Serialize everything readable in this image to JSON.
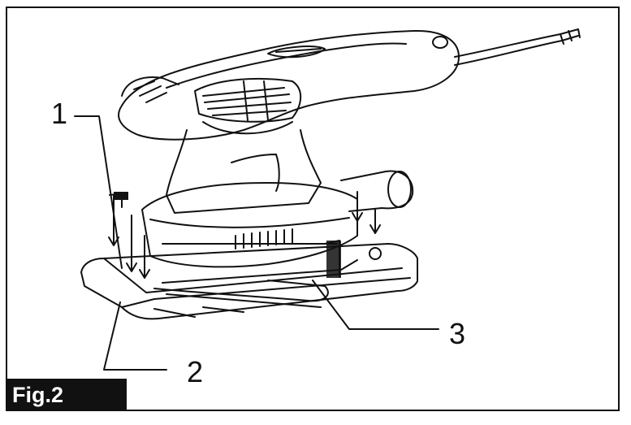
{
  "figure": {
    "tag": "Fig.2",
    "callouts": {
      "c1": "1",
      "c2": "2",
      "c3": "3"
    }
  }
}
